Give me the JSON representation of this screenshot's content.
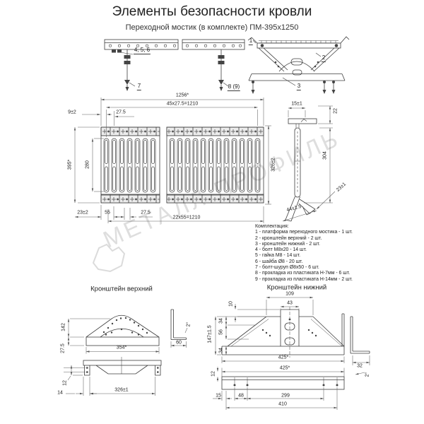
{
  "header": {
    "title": "Элементы безопасности кровли",
    "subtitle": "Переходной мостик (в комплекте) ПМ-395х1250"
  },
  "watermark": {
    "text": "МЕТАЛЛ ПРОФИЛЬ"
  },
  "overview": {
    "callout_bolts": "4, 5, 6",
    "callout_screw": "7",
    "callout_screw_alt": "8 (9)",
    "callout_platform": "1",
    "callout_bracket_top": "2",
    "callout_bracket_bottom": "3"
  },
  "plan": {
    "total": "1256*",
    "row_top": "45x27.5=1210",
    "offset": "9±2",
    "pitch_top": "27.5",
    "height": "395*",
    "height_inner": "280",
    "height_right": "326±2",
    "offset_bottom": "23±2",
    "gap55": "55",
    "pitch_bottom": "27.5",
    "row_bottom": "22x55=1210"
  },
  "profile": {
    "width_top": "15±1",
    "h22": "22",
    "h304": "304",
    "foot": "44±1.5",
    "angle": "23±1"
  },
  "parts": {
    "title": "Комплектация:",
    "items": [
      "1 - платформа переходного мостика - 1 шт.",
      "2 - кронштейн верхний - 2 шт.",
      "3 - кронштейн нижний - 2 шт.",
      "4 - болт М8х20 - 14 шт.",
      "5 - гайка М8 - 14 шт.",
      "6 - шайба Ø8 - 20 шт.",
      "7 - болт-шуруп Ø8х50 - 6 шт.",
      "8 - прокладка из пластиката Н-7мм - 6 шт.",
      "9 - прокладка из пластиката Н-14мм - 2 шт."
    ]
  },
  "upper_bracket": {
    "title": "Кронштейн верхний",
    "h142": "142",
    "h27": "27.5",
    "w354": "354*",
    "w60": "60",
    "angle": "2°",
    "t12": "12",
    "t14": "14",
    "w326": "326±1"
  },
  "lower_bracket": {
    "title": "Кронштейн нижний",
    "w109": "109",
    "w43": "43",
    "h10": "10",
    "h34a": "34",
    "h56": "56",
    "h147": "147±1.5",
    "h34b": "34",
    "w425_top": "425*",
    "w32": "32",
    "angle": "2°",
    "w425_bottom": "425*",
    "t12": "12",
    "o15": "15",
    "o48": "48",
    "o299": "299",
    "o410": "410"
  }
}
